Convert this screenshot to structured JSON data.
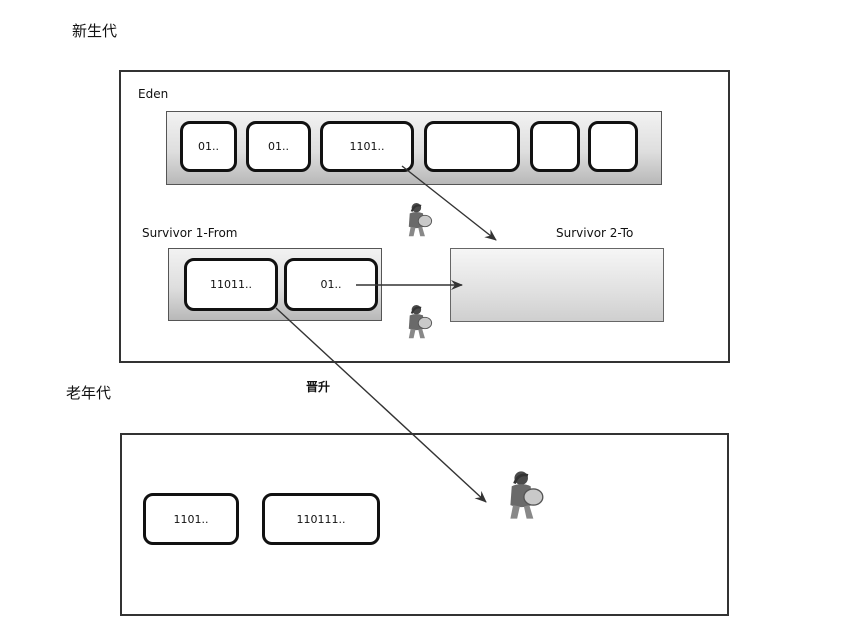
{
  "young_gen": {
    "title": "新生代",
    "eden": {
      "label": "Eden",
      "cells": [
        "01..",
        "01..",
        "1101..",
        "",
        "",
        ""
      ]
    },
    "survivor_from": {
      "label": "Survivor 1-From",
      "cells": [
        "11011..",
        "01.."
      ]
    },
    "survivor_to": {
      "label": "Survivor 2-To"
    }
  },
  "old_gen": {
    "title": "老年代",
    "cells": [
      "1101..",
      "110111.."
    ]
  },
  "arrows": {
    "promotion_label": "晋升"
  },
  "icons": [
    "worker-carrying-object-icon"
  ]
}
